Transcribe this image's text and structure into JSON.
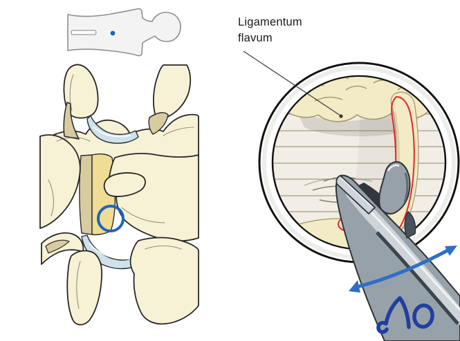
{
  "figure": {
    "title": "Ligamentum flavum removal through tubular retractor (surgical illustration)",
    "annotation_label": {
      "line1": "Ligamentum",
      "line2": "flavum"
    },
    "logo": {
      "text": "AO"
    },
    "icons": {
      "patient_position": "supine-patient-outline-icon with blue level dot (head to the right)",
      "target_circle": "blue circle highlighting ligamentum flavum on spine inset",
      "leader_line": "thin line with end dot pointing into retractor view",
      "motion_arrow": "blue curved double-headed sweep arrow across instrument shaft",
      "instrument": "kerrison-rongeur entering from lower right",
      "retractor_view": "circular tubular-retractor view with striated muscle, epidural fat and red resection outline",
      "spine_inset": "posterior view of two lumbar vertebrae with interlaminar ligamentum flavum window"
    }
  },
  "colors": {
    "accent_blue": "#1a64c2",
    "arrow_blue": "#2e6ec6",
    "logo_blue": "#1f3fa0",
    "marker_red": "#e8232b",
    "bone": "#f7f2d5",
    "bone_tan": "#d8cba0",
    "flavum_yellow": "#efdc95",
    "disc_blue": "#cfe2ec",
    "tissue_bg": "#f2eee6",
    "striation_brown": "#a79b8d",
    "fat_yellow": "#f2ebc6",
    "fat_outline": "#a39467",
    "steel": "#97a1aa",
    "steel_light": "#ced4d9",
    "steel_dark": "#3d454c",
    "ink": "#1a1a1a",
    "icon_gray": "#8e8e8e",
    "icon_fill": "#f3f3f3"
  }
}
